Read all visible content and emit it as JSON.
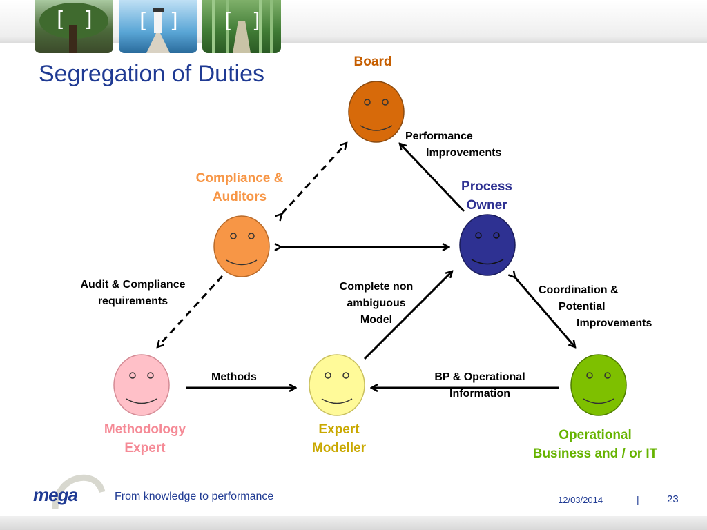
{
  "slide": {
    "title": "Segregation of Duties"
  },
  "actors": {
    "board": {
      "label": "Board",
      "color": "#d76a0a"
    },
    "compliance": {
      "label_line1": "Compliance &",
      "label_line2": "Auditors",
      "color": "#f79646"
    },
    "process_owner": {
      "label_line1": "Process",
      "label_line2": "Owner",
      "color": "#2e3192"
    },
    "methodology": {
      "label_line1": "Methodology",
      "label_line2": "Expert",
      "color": "#ffc0c8"
    },
    "modeller": {
      "label_line1": "Expert",
      "label_line2": "Modeller",
      "color": "#fffa99"
    },
    "operational": {
      "label_line1": "Operational",
      "label_line2": "Business and / or IT",
      "color": "#7ec000"
    }
  },
  "relations": {
    "performance": {
      "line1": "Performance",
      "line2": "Improvements"
    },
    "audit": {
      "line1": "Audit & Compliance",
      "line2": "requirements"
    },
    "complete_model": {
      "line1": "Complete non",
      "line2": "ambiguous",
      "line3": "Model"
    },
    "coordination": {
      "line1": "Coordination &",
      "line2": "Potential",
      "line3": "Improvements"
    },
    "methods": {
      "line1": "Methods"
    },
    "bp_info": {
      "line1": "BP & Operational",
      "line2": "Information"
    }
  },
  "footer": {
    "logo": "mega",
    "tagline": "From knowledge to performance",
    "date": "12/03/2014",
    "separator": "|",
    "page_number": "23"
  },
  "colors": {
    "title": "#1f3a93",
    "label_board": "#c65e00",
    "label_compliance": "#f79646",
    "label_process_owner": "#2e3192",
    "label_methodology": "#f58a96",
    "label_modeller": "#c9a800",
    "label_operational": "#66b300"
  }
}
